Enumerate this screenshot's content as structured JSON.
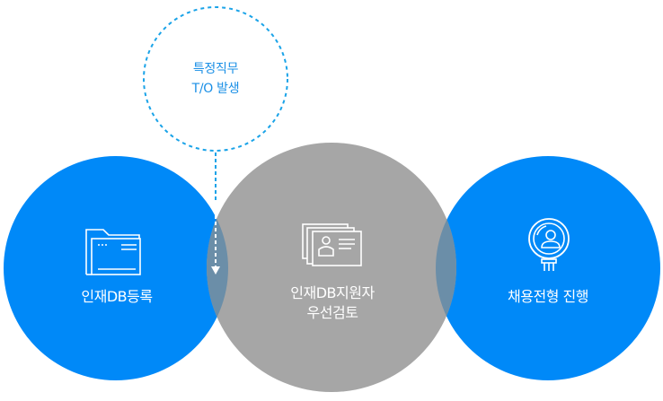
{
  "colors": {
    "primary_blue": "#0089f8",
    "gray": "#a6a6a6",
    "overlap": "#6b8ea8",
    "dashed": "#1aa3e8",
    "text_trigger": "#1a8fe6",
    "text_white": "#ffffff"
  },
  "trigger": {
    "line1": "특정직무",
    "line2": "T/O 발생",
    "style": "dashed-circle",
    "arrow_to": "step-1"
  },
  "steps": [
    {
      "id": "step-1",
      "label": "인재DB등록",
      "icon": "folder-icon",
      "fill": "blue"
    },
    {
      "id": "step-2",
      "label_line1": "인재DB지원자",
      "label_line2": "우선검토",
      "icon": "applicant-cards-icon",
      "fill": "gray"
    },
    {
      "id": "step-3",
      "label": "채용전형 진행",
      "icon": "magnifier-person-icon",
      "fill": "blue"
    }
  ]
}
